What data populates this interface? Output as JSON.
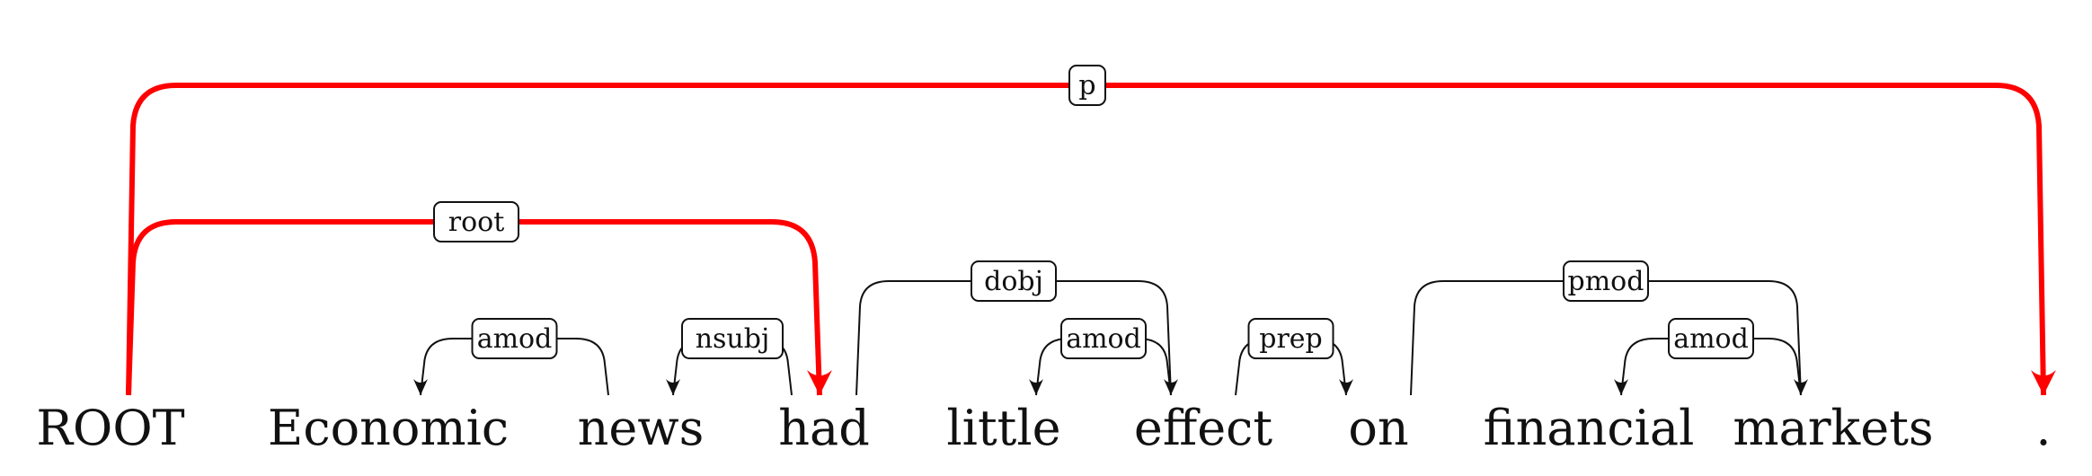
{
  "words": [
    "ROOT",
    "Economic",
    "news",
    "had",
    "little",
    "effect",
    "on",
    "financial",
    "markets",
    "."
  ],
  "arcs": [
    {
      "head": 0,
      "dep": 9,
      "label": "p",
      "highlight": true
    },
    {
      "head": 0,
      "dep": 3,
      "label": "root",
      "highlight": true
    },
    {
      "head": 3,
      "dep": 5,
      "label": "dobj",
      "highlight": false
    },
    {
      "head": 6,
      "dep": 8,
      "label": "pmod",
      "highlight": false
    },
    {
      "head": 2,
      "dep": 1,
      "label": "amod",
      "highlight": false
    },
    {
      "head": 3,
      "dep": 2,
      "label": "nsubj",
      "highlight": false
    },
    {
      "head": 5,
      "dep": 4,
      "label": "amod",
      "highlight": false
    },
    {
      "head": 5,
      "dep": 6,
      "label": "prep",
      "highlight": false
    },
    {
      "head": 8,
      "dep": 7,
      "label": "amod",
      "highlight": false
    }
  ],
  "colors": {
    "highlight": "#ff0000",
    "default": "#111111"
  }
}
